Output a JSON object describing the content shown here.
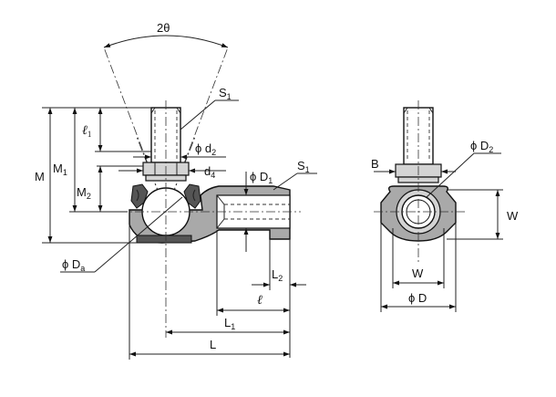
{
  "labels": {
    "angle": "2θ",
    "s1_top": "S",
    "s1_top_sub": "1",
    "s1_side": "S",
    "s1_side_sub": "1",
    "l1_sym": "ℓ",
    "l1_sub": "1",
    "phi_d2": "ϕ d",
    "phi_d2_sub": "2",
    "d4": "d",
    "d4_sub": "4",
    "phi_D1": "ϕ D",
    "phi_D1_sub": "1",
    "M": "M",
    "M1": "M",
    "M1_sub": "1",
    "M2": "M",
    "M2_sub": "2",
    "phi_Da": "ϕ D",
    "phi_Da_sub": "a",
    "L2": "L",
    "L2_sub": "2",
    "ell": "ℓ",
    "L1": "L",
    "L1_sub": "1",
    "L": "L",
    "B": "B",
    "phi_D2": "ϕ D",
    "phi_D2_sub": "2",
    "W_right": "W",
    "W_bottom": "W",
    "phi_D": "ϕ D"
  },
  "colors": {
    "body_fill": "#a9a9a9",
    "light_fill": "#d4d4d4",
    "line": "#111111"
  }
}
